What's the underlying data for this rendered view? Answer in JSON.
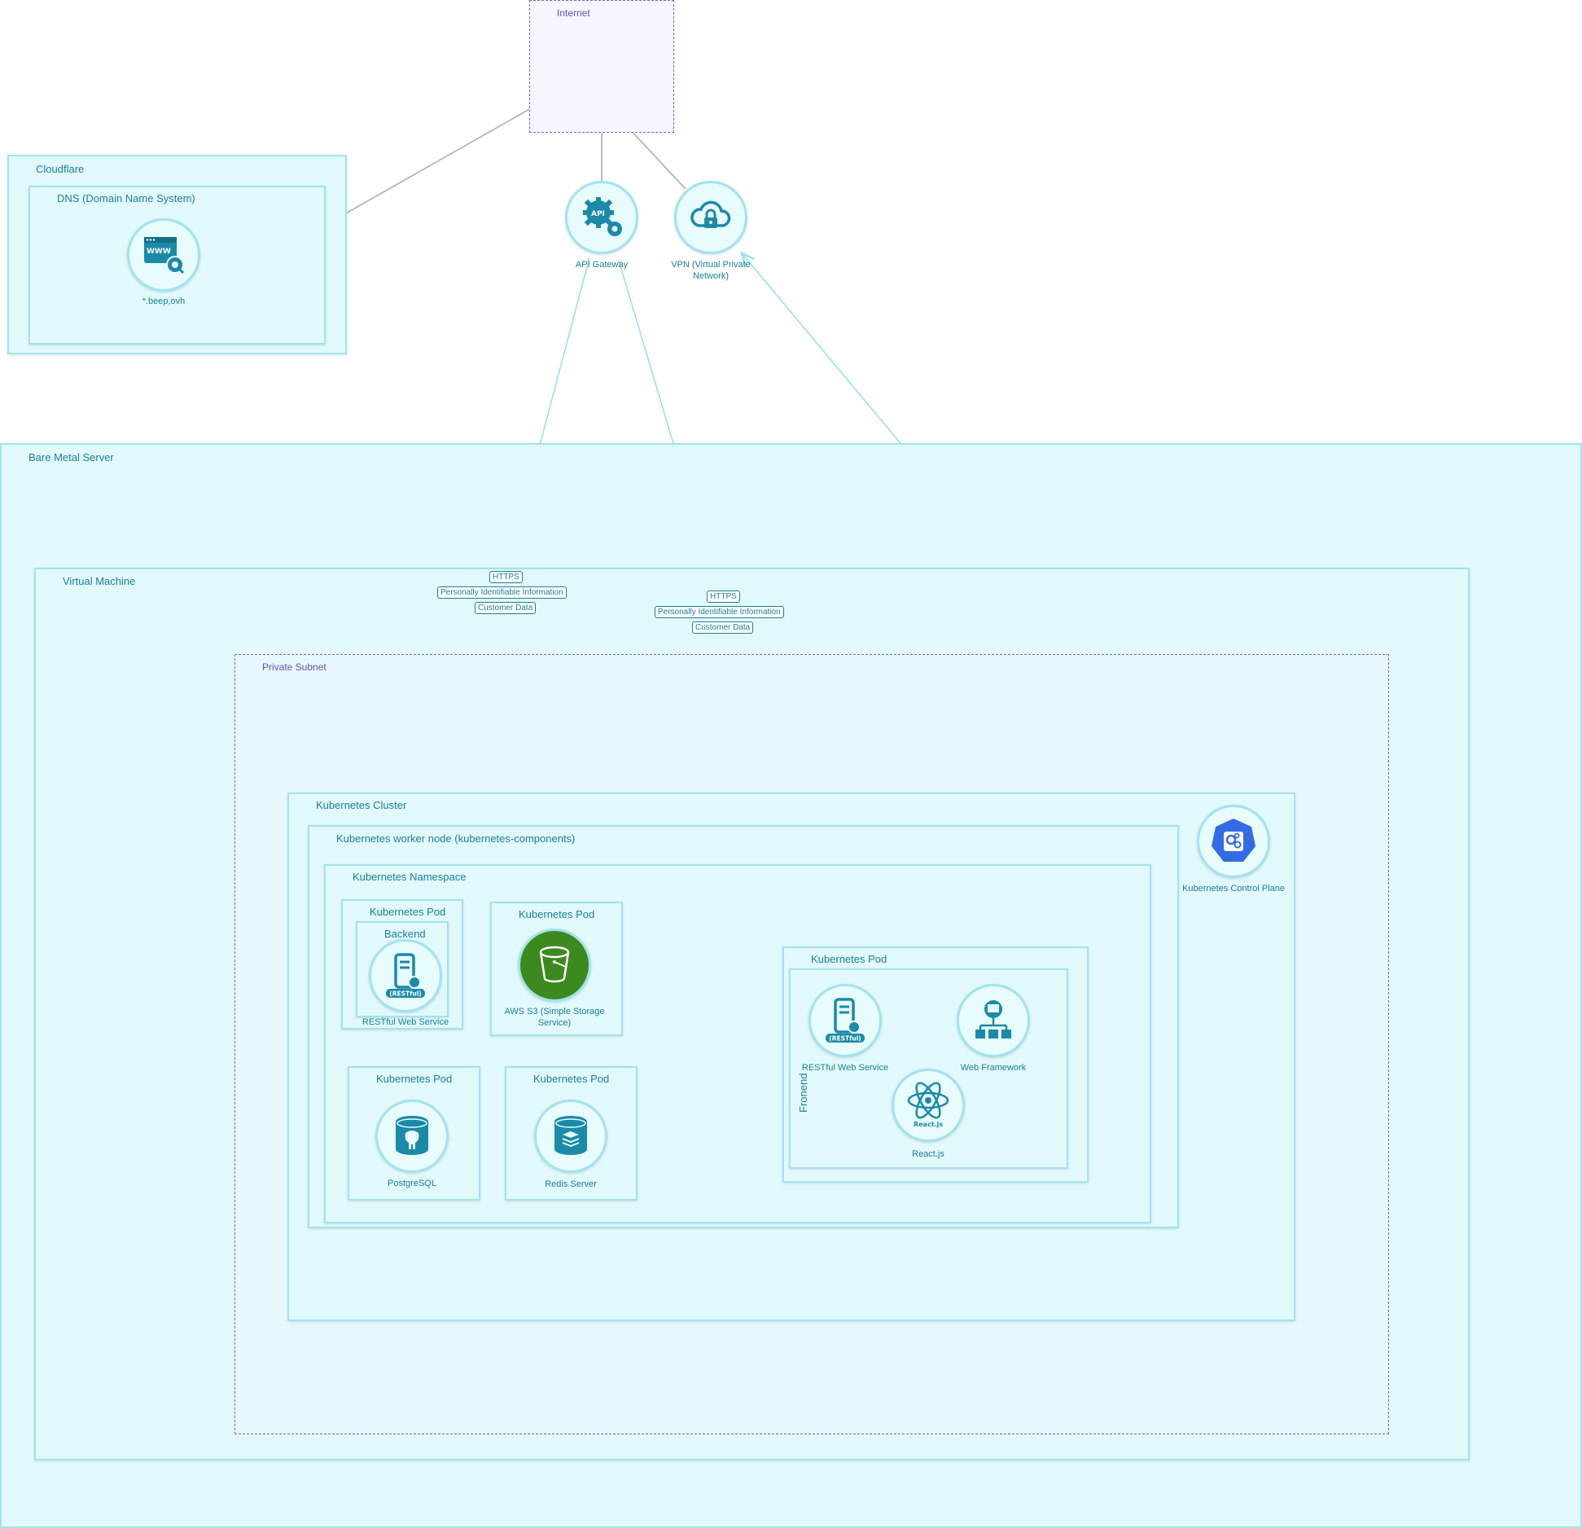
{
  "groups": {
    "internet": "Internet",
    "cloudflare": "Cloudflare",
    "dns": "DNS (Domain Name System)",
    "bare_metal": "Bare Metal Server",
    "vm": "Virtual Machine",
    "private_subnet": "Private Subnet",
    "k8s_cluster": "Kubernetes Cluster",
    "worker_node": "Kubernetes worker node (kubernetes-components)",
    "namespace": "Kubernetes Namespace",
    "pod_backend": "Kubernetes Pod",
    "backend": "Backend",
    "pod_s3": "Kubernetes Pod",
    "pod_pg": "Kubernetes Pod",
    "pod_redis": "Kubernetes Pod",
    "pod_frontend": "Kubernetes Pod",
    "frontend": "Fronend"
  },
  "nodes": {
    "dns_node": "*.beep,ovh",
    "api_gateway": "API Gateway",
    "vpn": "VPN (Virtual Private Network)",
    "k8s_control_plane": "Kubernetes Control Plane",
    "restful_backend": "RESTful Web Service",
    "aws_s3": "AWS S3 (Simple Storage Service)",
    "postgresql": "PostgreSQL",
    "redis": "Redis Server",
    "restful_frontend": "RESTful Web Service",
    "web_framework": "Web Framework",
    "reactjs": "React.js"
  },
  "edge_labels": {
    "left": [
      "HTTPS",
      "Personally Identifiable Information",
      "Customer Data"
    ],
    "right": [
      "HTTPS",
      "Personally Identifiable Information",
      "Customer Data"
    ]
  },
  "icon_text": {
    "api": "API",
    "restful": "(RESTful)",
    "www": "WWW",
    "react": "React.js"
  },
  "colors": {
    "container_border": "#9fe4ee",
    "container_fill": "#e2f9fc",
    "text": "#1a7f96",
    "icon": "#1a8aa8",
    "boundary_dashed": "#7b63c9",
    "edge_gray": "#b5b5b5",
    "edge_cyan": "#9fe4ee",
    "s3_green": "#3c8a1e",
    "k8s_blue": "#326ce5"
  }
}
